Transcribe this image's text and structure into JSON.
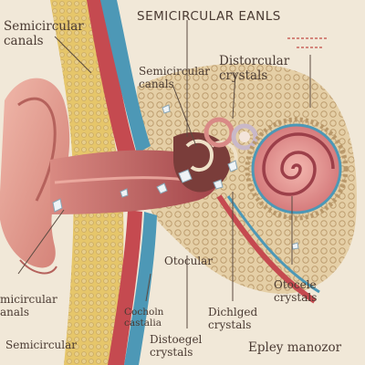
{
  "labels": {
    "title": "SEMICIRCULAR EANLS",
    "top_left": "Semicircular\ncanals",
    "mid_left": "Semicircular\ncanals",
    "right_top": "Distorcular\ncrystals",
    "otocular": "Otocular",
    "left_bottom": "micircular\nanals",
    "cochla": "Cocholn\ncastalia",
    "semicircular_bottom": "Semicircular",
    "dichlged": "Dichlged\ncrystals",
    "distoeget": "Distoegel\ncrystals",
    "otocele": "Otocele\ncrystals",
    "epley": "Epley manozor"
  },
  "colors": {
    "background": "#f1e8d8",
    "skin": "#e8a69a",
    "skin_dark": "#c46d67",
    "canal_red": "#c54a50",
    "canal_blue": "#4d98b6",
    "bone": "#d9bf8f",
    "yellow_tissue": "#e6c66a",
    "label_ink": "#4a3a32"
  }
}
